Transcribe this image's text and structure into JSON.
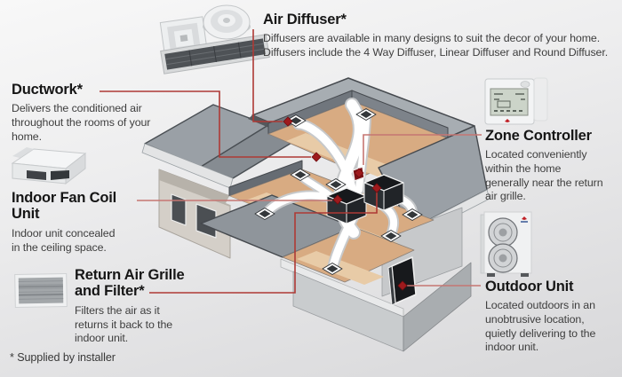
{
  "figure": {
    "footnote": "* Supplied by installer",
    "callouts": {
      "air_diffuser": {
        "title": "Air Diffuser*",
        "lines": [
          "Diffusers are available in many designs to suit the decor of your home.",
          "Diffusers include the 4 Way Diffuser, Linear Diffuser and Round Diffuser."
        ]
      },
      "ductwork": {
        "title": "Ductwork*",
        "lines": [
          "Delivers the conditioned air",
          "throughout the rooms of your",
          "home."
        ]
      },
      "indoor_fan_coil": {
        "title": "Indoor Fan Coil Unit",
        "lines": [
          "Indoor unit concealed",
          "in the ceiling space."
        ]
      },
      "return_air_grille": {
        "title": "Return Air Grille and Filter*",
        "lines": [
          "Filters the air as it",
          "returns it back to the",
          "indoor unit."
        ]
      },
      "zone_controller": {
        "title": "Zone Controller",
        "lines": [
          "Located conveniently",
          "within the home",
          "generally near the return",
          "air grille."
        ]
      },
      "outdoor_unit": {
        "title": "Outdoor Unit",
        "lines": [
          "Located outdoors in an",
          "unobtrusive location,",
          "quietly delivering to the",
          "indoor unit."
        ]
      }
    },
    "images": {
      "four_way_diffuser": "4 Way Diffuser",
      "round_diffuser": "Round Diffuser",
      "linear_diffuser": "Linear Diffuser",
      "indoor_fan_coil_unit": "Indoor fan coil unit",
      "return_air_grille": "Return air grille",
      "zone_controller": "Zone controller",
      "outdoor_unit": "Outdoor unit",
      "house_cutaway": "Isometric house cutaway with ducted air conditioning"
    },
    "colors": {
      "callout_line": "#ae3935",
      "callout_line_soft": "#c67672",
      "callout_diamond": "#9e1a1d",
      "roof_gray": "#a0a6ac",
      "floor_tan": "#d8ab82",
      "duct_white": "#ffffff",
      "background_top": "#f8f8f8",
      "background_bottom": "#d8d8da"
    }
  }
}
